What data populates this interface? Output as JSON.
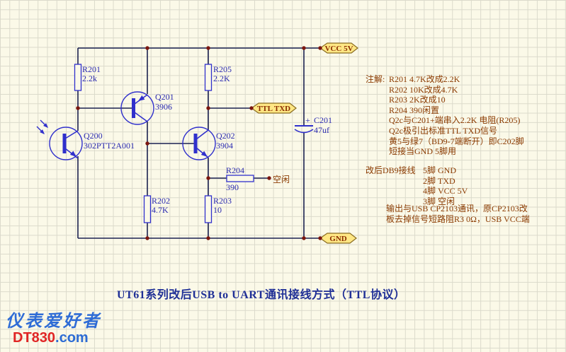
{
  "caption": "UT61系列改后USB to UART通讯接线方式（TTL协议）",
  "watermark": {
    "line1": "仪表爱好者",
    "brand": "DT830",
    "suffix": ".com"
  },
  "net_labels": {
    "vcc": "VCC 5V",
    "ttl_txd": "TTL TXD",
    "gnd": "GND",
    "idle": "空闲"
  },
  "components": {
    "r201": {
      "ref": "R201",
      "value": "2.2k"
    },
    "r202": {
      "ref": "R202",
      "value": "4.7K"
    },
    "r203": {
      "ref": "R203",
      "value": "10"
    },
    "r204": {
      "ref": "R204",
      "value": "390"
    },
    "r205": {
      "ref": "R205",
      "value": "2.2K"
    },
    "q200": {
      "ref": "Q200",
      "value": "302PTT2A001"
    },
    "q201": {
      "ref": "Q201",
      "value": "3906"
    },
    "q202": {
      "ref": "Q202",
      "value": "3904"
    },
    "c201": {
      "ref": "C201",
      "value": "47uf",
      "polarity": "+"
    }
  },
  "notes": {
    "heading": "注解:",
    "lines": [
      "R201 4.7K改成2.2K",
      "R202 10K改成4.7K",
      "R203 2K改成10",
      "R204 390闲置",
      "Q2c与C201+端串入2.2K 电阻(R205)",
      "Q2c极引出标准TTL TXD信号",
      "黄5与绿7（BD9-7端断开）即C202脚",
      "短接当GND 5脚用"
    ]
  },
  "db9": {
    "heading": "改后DB9接线",
    "pins": [
      "5脚 GND",
      "2脚 TXD",
      "4脚 VCC 5V",
      "3脚 空闲"
    ],
    "footer_lines": [
      "输出与USB CP2103通讯，原CP2103改",
      "板去掉信号短路阻R3 0Ω，USB VCC端"
    ]
  },
  "colors": {
    "background": "#fbf9e8",
    "grid_line": "#dbdacb",
    "wire": "#1b2150",
    "symbol_blue": "#3030cc",
    "label_blue": "#2b2bb0",
    "junction_red": "#7c1710",
    "flag_fill": "#ffe784",
    "flag_border": "#8a6d22",
    "flag_text": "#8b2e00",
    "note_text": "#8b3a00",
    "caption_navy": "#1f2f96",
    "brand_red": "#e02525",
    "brand_blue": "#2d6cd4"
  }
}
